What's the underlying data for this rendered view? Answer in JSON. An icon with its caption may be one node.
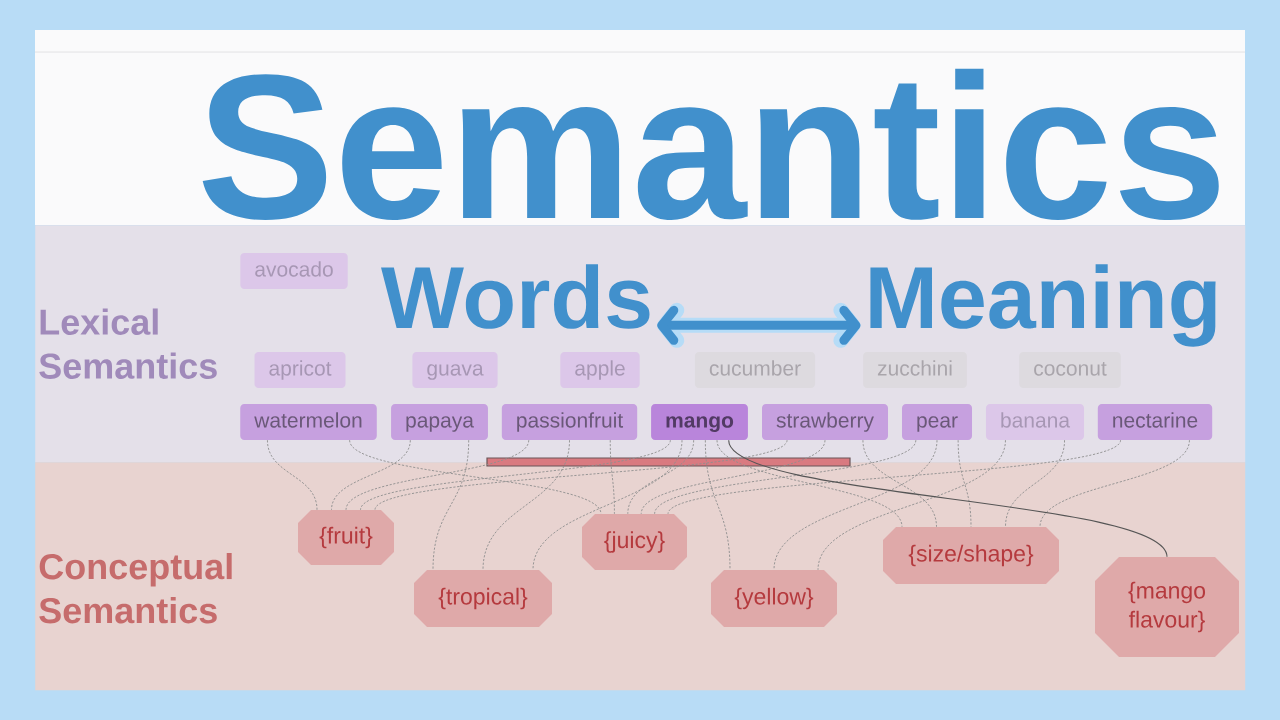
{
  "diagram": {
    "title": "Semantics",
    "nodes": [
      {
        "text": [
          "Lexical Semantics"
        ]
      },
      {
        "text": [
          "Words"
        ],
        "in": 0
      },
      {
        "text": [
          "Meaning"
        ],
        "in": 0
      },
      {
        "text": [
          "avocado"
        ],
        "in": 0
      },
      {
        "text": [
          "apricot"
        ],
        "in": 0
      },
      {
        "text": [
          "guava"
        ],
        "in": 0
      },
      {
        "text": [
          "apple"
        ],
        "in": 0
      },
      {
        "text": [
          "cucumber"
        ],
        "in": 0
      },
      {
        "text": [
          "zucchini"
        ],
        "in": 0
      },
      {
        "text": [
          "coconut"
        ],
        "in": 0
      },
      {
        "text": [
          "watermelon"
        ],
        "in": 0
      },
      {
        "text": [
          "papaya"
        ],
        "in": 0
      },
      {
        "text": [
          "passionfruit"
        ],
        "in": 0
      },
      {
        "text": [
          "mango"
        ],
        "in": 0
      },
      {
        "text": [
          "strawberry"
        ],
        "in": 0
      },
      {
        "text": [
          "pear"
        ],
        "in": 0
      },
      {
        "text": [
          "banana"
        ],
        "in": 0
      },
      {
        "text": [
          "nectarine"
        ],
        "in": 0
      },
      {
        "text": [
          "Conceptual Semantics"
        ]
      },
      {
        "text": [
          "{fruit}"
        ],
        "in": 18
      },
      {
        "text": [
          "{tropical}"
        ],
        "in": 18
      },
      {
        "text": [
          "{juicy}"
        ],
        "in": 18
      },
      {
        "text": [
          "{yellow}"
        ],
        "in": 18
      },
      {
        "text": [
          "{size/shape}"
        ],
        "in": 18
      },
      {
        "text": [
          "{mango flavour}"
        ],
        "in": 18
      }
    ],
    "edges": [
      {
        "from": 1,
        "to": 2,
        "arrow": "both",
        "style": "thick",
        "color": "#4190cc"
      },
      {
        "from": 10,
        "to": 19,
        "arrow": "none",
        "style": "dashed"
      },
      {
        "from": 11,
        "to": 19,
        "arrow": "none",
        "style": "dashed"
      },
      {
        "from": 12,
        "to": 19,
        "arrow": "none",
        "style": "dashed"
      },
      {
        "from": 13,
        "to": 19,
        "arrow": "none",
        "style": "dashed"
      },
      {
        "from": 14,
        "to": 19,
        "arrow": "none",
        "style": "dashed"
      },
      {
        "from": 11,
        "to": 20,
        "arrow": "none",
        "style": "dashed"
      },
      {
        "from": 12,
        "to": 20,
        "arrow": "none",
        "style": "dashed"
      },
      {
        "from": 13,
        "to": 20,
        "arrow": "none",
        "style": "dashed"
      },
      {
        "from": 10,
        "to": 21,
        "arrow": "none",
        "style": "dashed"
      },
      {
        "from": 12,
        "to": 21,
        "arrow": "none",
        "style": "dashed"
      },
      {
        "from": 13,
        "to": 21,
        "arrow": "none",
        "style": "dashed"
      },
      {
        "from": 14,
        "to": 21,
        "arrow": "none",
        "style": "dashed"
      },
      {
        "from": 15,
        "to": 21,
        "arrow": "none",
        "style": "dashed"
      },
      {
        "from": 17,
        "to": 21,
        "arrow": "none",
        "style": "dashed"
      },
      {
        "from": 13,
        "to": 22,
        "arrow": "none",
        "style": "dashed"
      },
      {
        "from": 15,
        "to": 22,
        "arrow": "none",
        "style": "dashed"
      },
      {
        "from": 16,
        "to": 22,
        "arrow": "none",
        "style": "dashed"
      },
      {
        "from": 13,
        "to": 23,
        "arrow": "none",
        "style": "dashed"
      },
      {
        "from": 14,
        "to": 23,
        "arrow": "none",
        "style": "dashed"
      },
      {
        "from": 15,
        "to": 23,
        "arrow": "none",
        "style": "dashed"
      },
      {
        "from": 16,
        "to": 23,
        "arrow": "none",
        "style": "dashed"
      },
      {
        "from": 17,
        "to": 23,
        "arrow": "none",
        "style": "dashed"
      },
      {
        "from": 13,
        "to": 24,
        "arrow": "none",
        "color": "#555555"
      }
    ]
  }
}
